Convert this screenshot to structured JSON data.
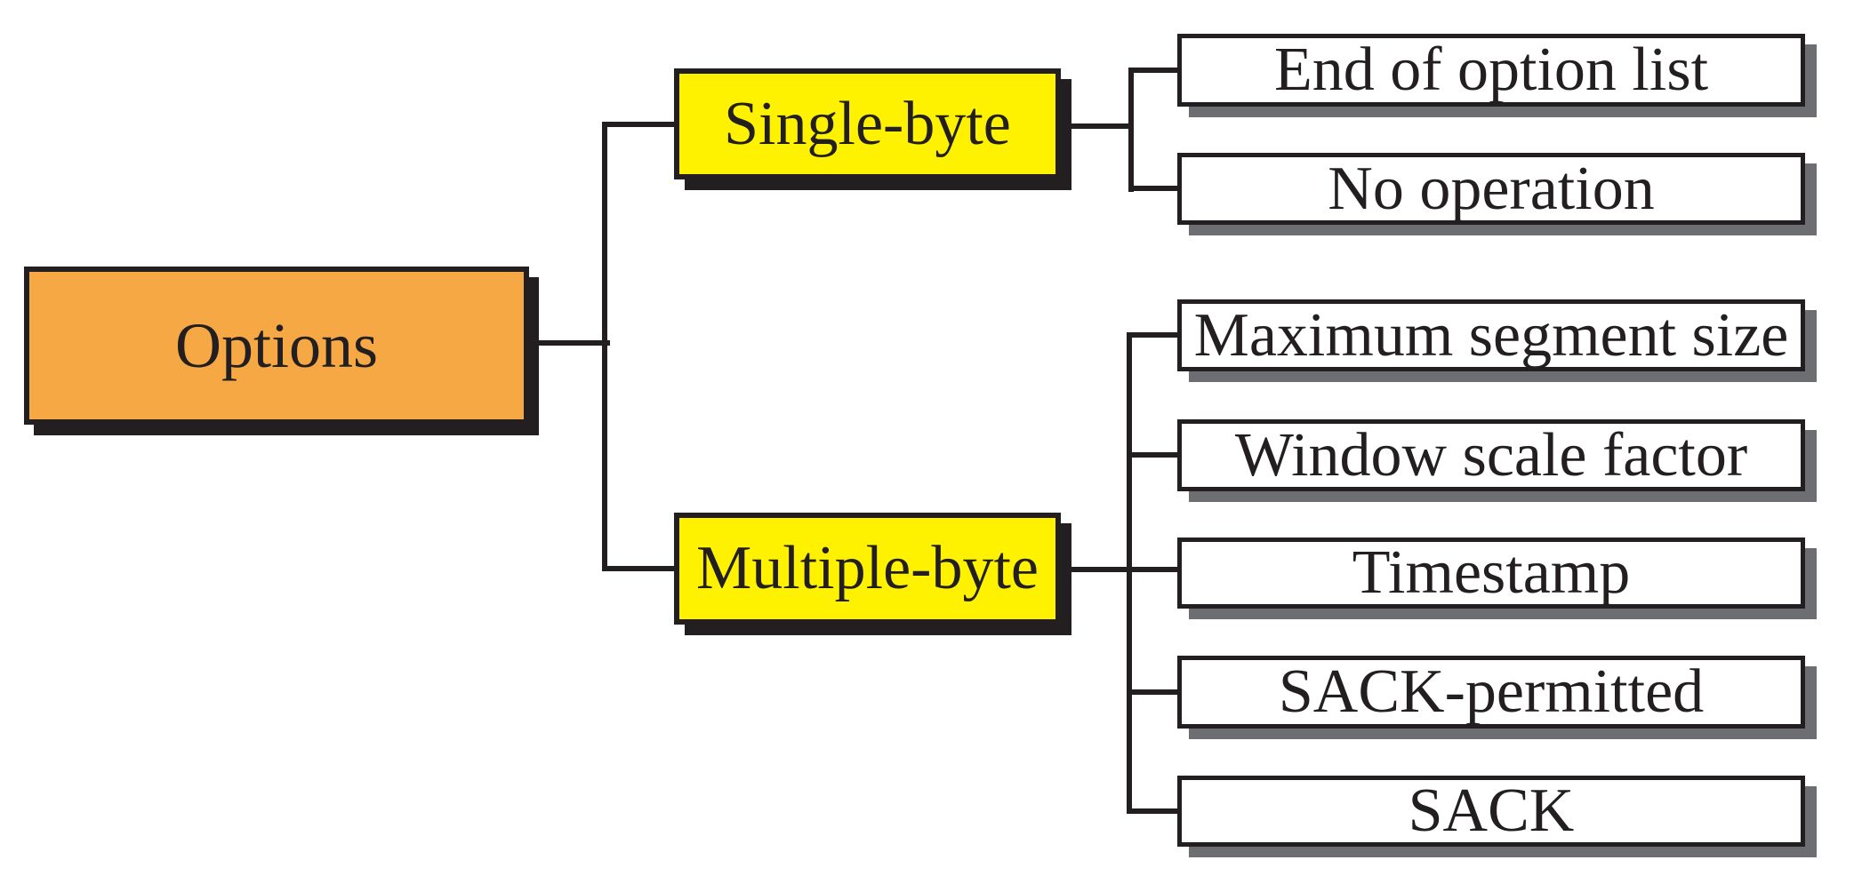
{
  "diagram": {
    "type": "tree",
    "orientation": "left-to-right",
    "root": {
      "label": "Options",
      "fill": "#F6A845"
    },
    "branches": [
      {
        "label": "Single-byte",
        "fill": "#FFF200",
        "children": [
          {
            "label": "End of option list"
          },
          {
            "label": "No operation"
          }
        ]
      },
      {
        "label": "Multiple-byte",
        "fill": "#FFF200",
        "children": [
          {
            "label": "Maximum segment size"
          },
          {
            "label": "Window scale factor"
          },
          {
            "label": "Timestamp"
          },
          {
            "label": "SACK-permitted"
          },
          {
            "label": "SACK"
          }
        ]
      }
    ],
    "colors": {
      "root_fill": "#F6A845",
      "branch_fill": "#FFF200",
      "leaf_fill": "#FFFFFF",
      "ink": "#231F20",
      "leaf_shadow": "#6D6E71"
    }
  }
}
